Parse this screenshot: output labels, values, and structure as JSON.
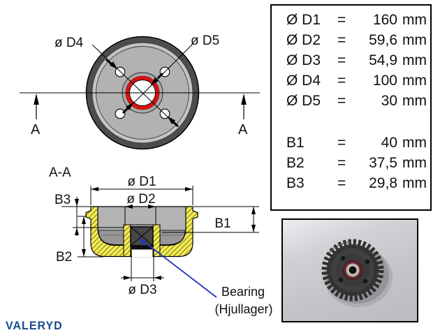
{
  "front_view": {
    "labels": {
      "d4": "ø D4",
      "d5": "ø D5",
      "section_left": "A",
      "section_right": "A"
    }
  },
  "section_view": {
    "title": "A-A",
    "labels": {
      "d1": "ø D1",
      "d2": "ø D2",
      "d3": "ø D3",
      "b1": "B1",
      "b2": "B2",
      "b3": "B3"
    },
    "callout": {
      "line1": "Bearing",
      "line2": "(Hjullager)"
    }
  },
  "dimensions_table": {
    "rows": [
      {
        "label": "Ø D1",
        "eq": "=",
        "value": "160",
        "unit": "mm"
      },
      {
        "label": "Ø D2",
        "eq": "=",
        "value": "59,6",
        "unit": "mm"
      },
      {
        "label": "Ø D3",
        "eq": "=",
        "value": "54,9",
        "unit": "mm"
      },
      {
        "label": "Ø D4",
        "eq": "=",
        "value": "100",
        "unit": "mm"
      },
      {
        "label": "Ø D5",
        "eq": "=",
        "value": "30",
        "unit": "mm"
      },
      {
        "label": "B1",
        "eq": "=",
        "value": "40",
        "unit": "mm"
      },
      {
        "label": "B2",
        "eq": "=",
        "value": "37,5",
        "unit": "mm"
      },
      {
        "label": "B3",
        "eq": "=",
        "value": "29,8",
        "unit": "mm"
      }
    ]
  },
  "logo": {
    "text": "VALERYD"
  },
  "colors": {
    "accent_red": "#dd1111",
    "hatch_yellow": "#f5ed4e",
    "drawing_gray": "#b3b3b3",
    "callout_blue": "#2233cc",
    "logo_blue": "#164a8e"
  }
}
